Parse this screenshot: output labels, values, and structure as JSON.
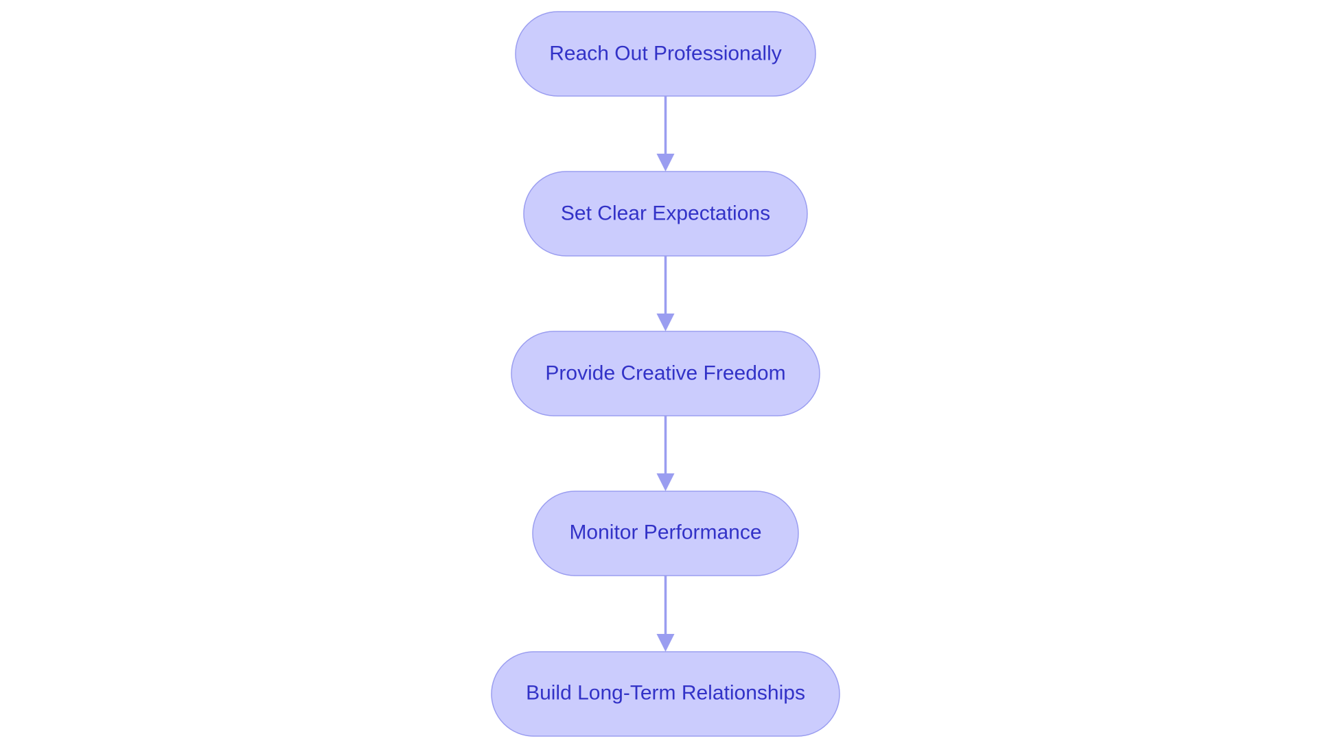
{
  "diagram": {
    "type": "flowchart",
    "direction": "top-to-bottom",
    "colors": {
      "node_fill": "#cbccfd",
      "node_border": "#9a9df0",
      "text": "#3232c7",
      "edge": "#9a9df0"
    },
    "nodes": [
      {
        "id": "reach",
        "label": "Reach Out Professionally"
      },
      {
        "id": "expect",
        "label": "Set Clear Expectations"
      },
      {
        "id": "freedom",
        "label": "Provide Creative Freedom"
      },
      {
        "id": "monitor",
        "label": "Monitor Performance"
      },
      {
        "id": "build",
        "label": "Build Long-Term Relationships"
      }
    ],
    "edges": [
      {
        "from": "reach",
        "to": "expect"
      },
      {
        "from": "expect",
        "to": "freedom"
      },
      {
        "from": "freedom",
        "to": "monitor"
      },
      {
        "from": "monitor",
        "to": "build"
      }
    ]
  }
}
